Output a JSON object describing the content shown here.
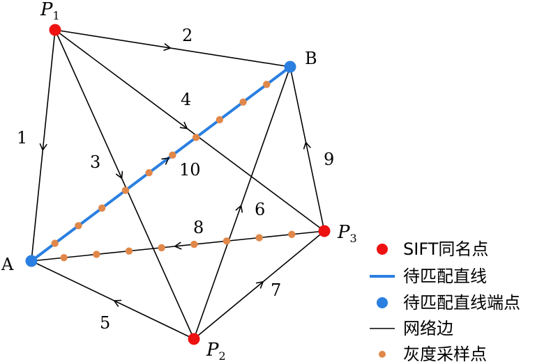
{
  "colors": {
    "sift_point": "#ee1111",
    "line_to_match": "#2a7fe0",
    "endpoint": "#2a7fe0",
    "edge": "#000000",
    "sample": "#e0884a"
  },
  "points": {
    "P1": {
      "main": "P",
      "sub": "1"
    },
    "P2": {
      "main": "P",
      "sub": "2"
    },
    "P3": {
      "main": "P",
      "sub": "3"
    },
    "A": {
      "label": "A"
    },
    "B": {
      "label": "B"
    }
  },
  "edges": [
    {
      "id": "1",
      "label": "1",
      "from": "P1",
      "to": "A"
    },
    {
      "id": "2",
      "label": "2",
      "from": "P1",
      "to": "B"
    },
    {
      "id": "3",
      "label": "3",
      "from": "P1",
      "to": "P2"
    },
    {
      "id": "4",
      "label": "4",
      "from": "P1",
      "to": "P3"
    },
    {
      "id": "5",
      "label": "5",
      "from": "P2",
      "to": "A"
    },
    {
      "id": "6",
      "label": "6",
      "from": "P2",
      "to": "B"
    },
    {
      "id": "7",
      "label": "7",
      "from": "P2",
      "to": "P3"
    },
    {
      "id": "8",
      "label": "8",
      "from": "P3",
      "to": "A"
    },
    {
      "id": "9",
      "label": "9",
      "from": "P3",
      "to": "B"
    },
    {
      "id": "10",
      "label": "10",
      "from": "A",
      "to": "B"
    }
  ],
  "legend": [
    {
      "key": "sift",
      "label": "SIFT同名点"
    },
    {
      "key": "line",
      "label": "待匹配直线"
    },
    {
      "key": "endpoint",
      "label": "待匹配直线端点"
    },
    {
      "key": "edge",
      "label": "网络边"
    },
    {
      "key": "sample",
      "label": "灰度采样点"
    }
  ]
}
